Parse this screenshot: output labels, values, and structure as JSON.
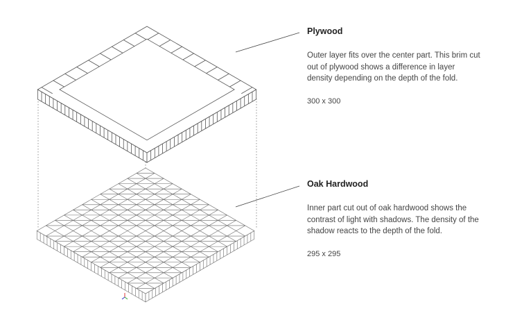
{
  "layers": [
    {
      "title": "Plywood",
      "description": "Outer layer fits over the center part. This brim cut out of plywood shows a difference in layer density depending on the depth of the fold.",
      "size": "300 x 300"
    },
    {
      "title": "Oak Hardwood",
      "description": "Inner part cut out of oak hardwood shows the contrast of light with shadows. The density of the shadow reacts to the depth of the fold.",
      "size": "295 x 295"
    }
  ]
}
